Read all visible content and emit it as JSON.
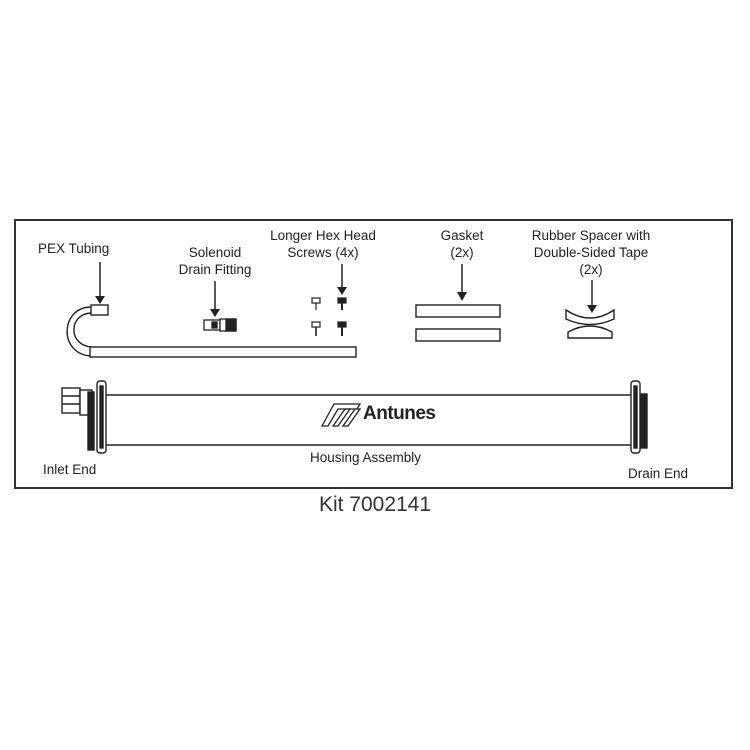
{
  "labels": {
    "pex_tubing": "PEX Tubing",
    "solenoid_line1": "Solenoid",
    "solenoid_line2": "Drain Fitting",
    "screws_line1": "Longer Hex Head",
    "screws_line2": "Screws (4x)",
    "gasket_line1": "Gasket",
    "gasket_line2": "(2x)",
    "spacer_line1": "Rubber Spacer with",
    "spacer_line2": "Double-Sided Tape",
    "spacer_line3": "(2x)",
    "inlet_end": "Inlet End",
    "housing_assembly": "Housing Assembly",
    "drain_end": "Drain End",
    "logo_text": "Antunes"
  },
  "kit_label": "Kit 7002141"
}
